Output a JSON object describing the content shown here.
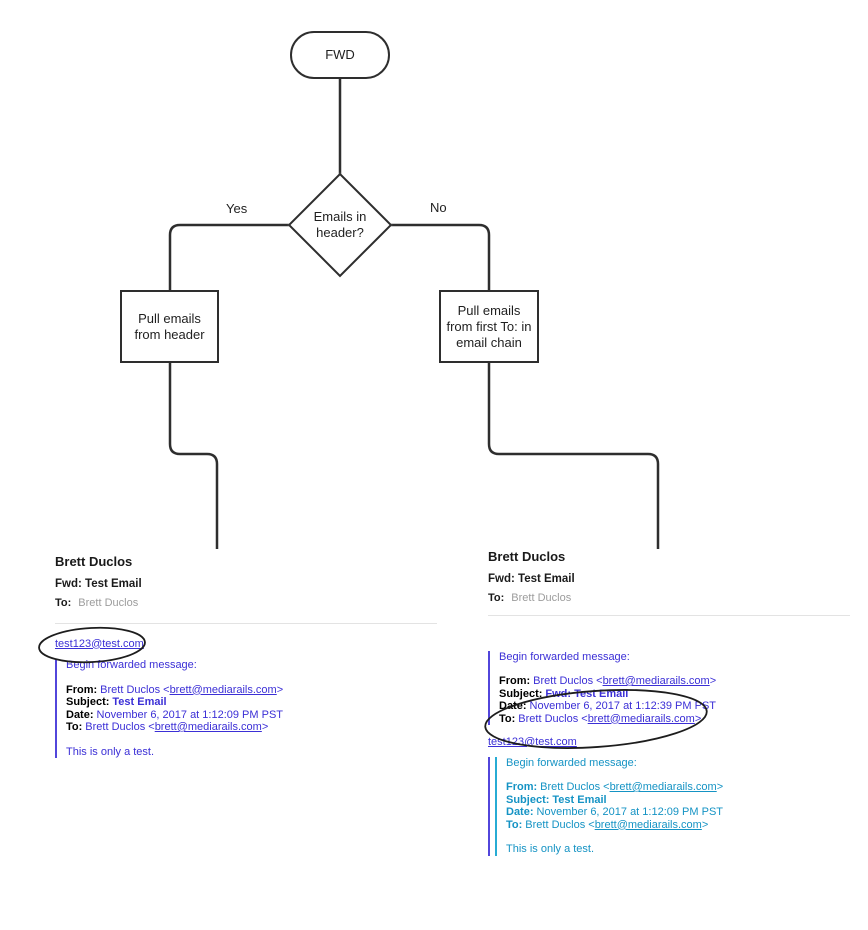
{
  "flowchart": {
    "start_label": "FWD",
    "decision_label": "Emails in header?",
    "yes_label": "Yes",
    "no_label": "No",
    "box_left_label": "Pull emails from header",
    "box_right_label": "Pull emails from first To: in email chain",
    "line_color": "#2e2e2e"
  },
  "colors": {
    "quote_level1_text": "#3b2fd6",
    "quote_level1_bar": "#5246db",
    "quote_level2_text": "#1593c4",
    "quote_level2_bar": "#27acd4",
    "annotation_ellipse": "#1d1d1d"
  },
  "left_email": {
    "sender": "Brett Duclos",
    "subject": "Fwd: Test Email",
    "to_label": "To:",
    "to_value": "Brett Duclos",
    "link": "test123@test.com",
    "quote": {
      "intro": "Begin forwarded message:",
      "from_label": "From:",
      "from_name": "Brett Duclos <",
      "from_email": "brett@mediarails.com",
      "from_close": ">",
      "subject_label": "Subject:",
      "subject_value": "Test Email",
      "date_label": "Date:",
      "date_value": "November 6, 2017 at 1:12:09 PM PST",
      "to_label": "To:",
      "to_name": "Brett Duclos <",
      "to_email": "brett@mediarails.com",
      "to_close": ">",
      "body": "This is only a test."
    }
  },
  "right_email": {
    "sender": "Brett Duclos",
    "subject": "Fwd: Test Email",
    "to_label": "To:",
    "to_value": "Brett Duclos",
    "link": "test123@test.com",
    "quote1": {
      "intro": "Begin forwarded message:",
      "from_label": "From:",
      "from_name": "Brett Duclos <",
      "from_email": "brett@mediarails.com",
      "from_close": ">",
      "subject_label": "Subject:",
      "subject_value": "Fwd: Test Email",
      "date_label": "Date:",
      "date_value": "November 6, 2017 at 1:12:39 PM PST",
      "to_label": "To:",
      "to_name": "Brett Duclos <",
      "to_email": "brett@mediarails.com",
      "to_close": ">"
    },
    "quote2": {
      "intro": "Begin forwarded message:",
      "from_label": "From:",
      "from_name": "Brett Duclos <",
      "from_email": "brett@mediarails.com",
      "from_close": ">",
      "subject_label": "Subject:",
      "subject_value": "Test Email",
      "date_label": "Date:",
      "date_value": "November 6, 2017 at 1:12:09 PM PST",
      "to_label": "To:",
      "to_name": "Brett Duclos <",
      "to_email": "brett@mediarails.com",
      "to_close": ">",
      "body": "This is only a test."
    }
  }
}
